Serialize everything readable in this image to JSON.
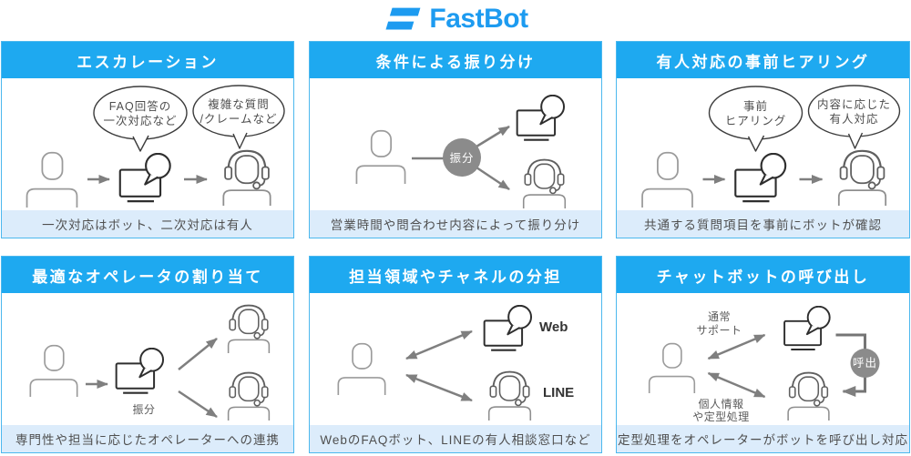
{
  "logo": {
    "text": "FastBot"
  },
  "brand_colors": {
    "logo_blue": "#1d9bf0",
    "header_blue": "#1ea9f0",
    "caption_bg": "#dcecfb",
    "panel_border": "#4cb8ee"
  },
  "panels": [
    {
      "title": "エスカレーション",
      "caption": "一次対応はボット、二次対応は有人",
      "balloons": [
        {
          "line1": "FAQ回答の",
          "line2": "一次対応など"
        },
        {
          "line1": "複雑な質問",
          "line2": "/クレームなど"
        }
      ]
    },
    {
      "title": "条件による振り分け",
      "caption": "営業時間や問合わせ内容によって振り分け",
      "router_label": "振分"
    },
    {
      "title": "有人対応の事前ヒアリング",
      "caption": "共通する質問項目を事前にボットが確認",
      "balloons": [
        {
          "line1": "事前",
          "line2": "ヒアリング"
        },
        {
          "line1": "内容に応じた",
          "line2": "有人対応"
        }
      ]
    },
    {
      "title": "最適なオペレータの割り当て",
      "caption": "専門性や担当に応じたオペレーターへの連携",
      "router_label": "振分"
    },
    {
      "title": "担当領域やチャネルの分担",
      "caption": "WebのFAQボット、LINEの有人相談窓口など",
      "labels": {
        "web": "Web",
        "line": "LINE"
      }
    },
    {
      "title": "チャットボットの呼び出し",
      "caption": "定型処理をオペレーターがボットを呼び出し対応",
      "arrow_label_top": {
        "line1": "通常",
        "line2": "サポート"
      },
      "arrow_label_bottom": {
        "line1": "個人情報",
        "line2": "や定型処理"
      },
      "call_label": "呼出"
    }
  ]
}
